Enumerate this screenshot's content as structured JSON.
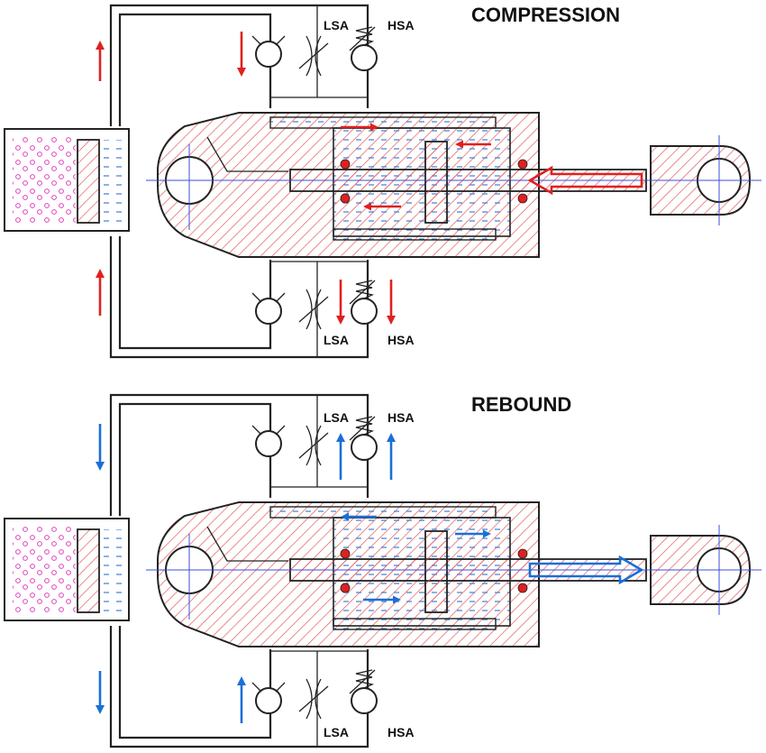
{
  "panels": [
    {
      "id": "compression",
      "title": "COMPRESSION",
      "valve_labels": {
        "top_low": "LSA",
        "top_high": "HSA",
        "bottom_low": "LSA",
        "bottom_high": "HSA"
      },
      "flow_color": "#e02020",
      "rod_direction": "in"
    },
    {
      "id": "rebound",
      "title": "REBOUND",
      "valve_labels": {
        "top_low": "LSA",
        "top_high": "HSA",
        "bottom_low": "LSA",
        "bottom_high": "HSA"
      },
      "flow_color": "#1a6fd8",
      "rod_direction": "out"
    }
  ],
  "colors": {
    "hatch": "#e45a5a",
    "gas_dots": "#e040c0",
    "seal": "#e02020",
    "fluid_dash": "#3a7fd8",
    "centerline": "#3b4fd8"
  }
}
